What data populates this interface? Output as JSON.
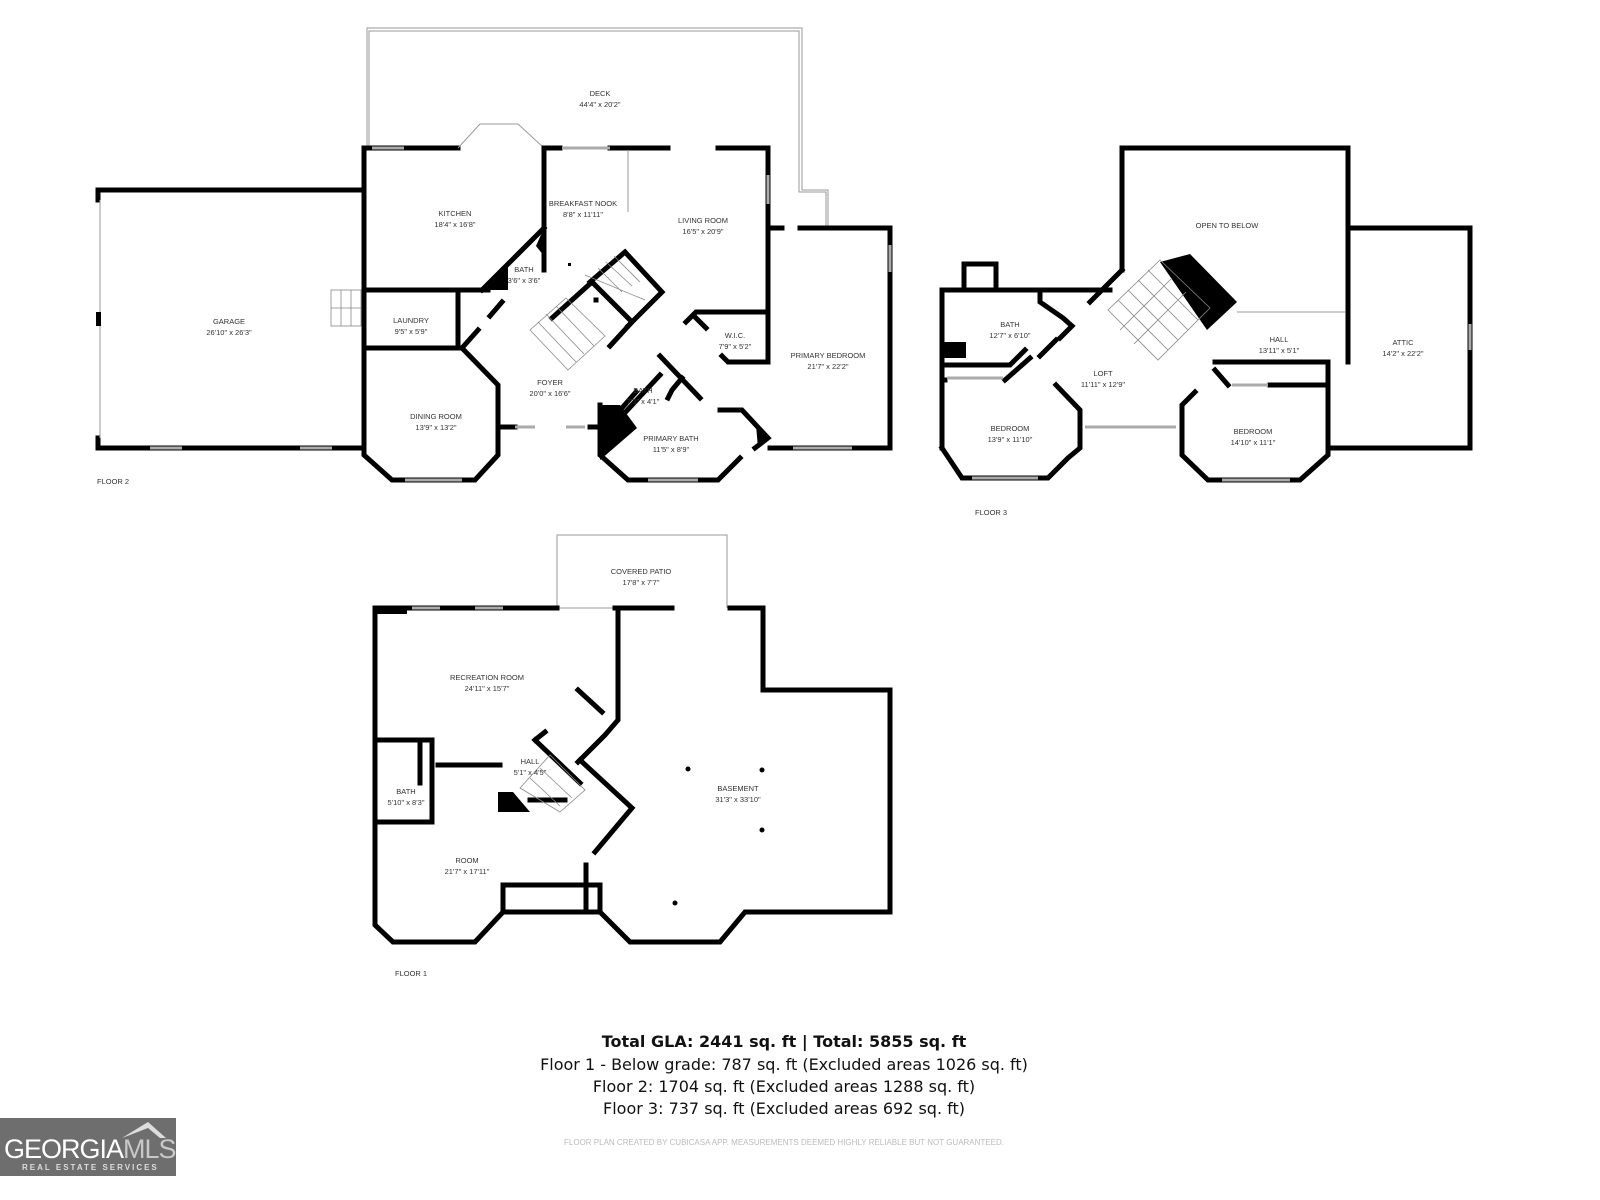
{
  "floor2": {
    "label": "FLOOR 2",
    "rooms": [
      {
        "name": "DECK",
        "size": "44'4\" x 20'2\""
      },
      {
        "name": "KITCHEN",
        "size": "18'4\" x 16'8\""
      },
      {
        "name": "BREAKFAST NOOK",
        "size": "8'8\" x 11'11\""
      },
      {
        "name": "LIVING ROOM",
        "size": "16'5\" x 20'9\""
      },
      {
        "name": "BATH",
        "size": "3'6\" x 3'6\""
      },
      {
        "name": "LAUNDRY",
        "size": "9'5\" x 5'9\""
      },
      {
        "name": "W.I.C.",
        "size": "7'9\" x 5'2\""
      },
      {
        "name": "PRIMARY BEDROOM",
        "size": "21'7\" x 22'2\""
      },
      {
        "name": "FOYER",
        "size": "20'0\" x 16'6\""
      },
      {
        "name": "BATH",
        "size": "7'3\" x 4'1\""
      },
      {
        "name": "DINING ROOM",
        "size": "13'9\" x 13'2\""
      },
      {
        "name": "PRIMARY BATH",
        "size": "11'5\" x 8'9\""
      },
      {
        "name": "GARAGE",
        "size": "26'10\" x 26'3\""
      }
    ]
  },
  "floor3": {
    "label": "FLOOR 3",
    "rooms": [
      {
        "name": "OPEN TO BELOW",
        "size": ""
      },
      {
        "name": "BATH",
        "size": "12'7\" x 6'10\""
      },
      {
        "name": "HALL",
        "size": "13'11\" x 5'1\""
      },
      {
        "name": "ATTIC",
        "size": "14'2\" x 22'2\""
      },
      {
        "name": "LOFT",
        "size": "11'11\" x 12'9\""
      },
      {
        "name": "BEDROOM",
        "size": "13'9\" x 11'10\""
      },
      {
        "name": "BEDROOM",
        "size": "14'10\" x 11'1\""
      }
    ]
  },
  "floor1": {
    "label": "FLOOR 1",
    "rooms": [
      {
        "name": "COVERED PATIO",
        "size": "17'8\" x 7'7\""
      },
      {
        "name": "RECREATION ROOM",
        "size": "24'11\" x 15'7\""
      },
      {
        "name": "HALL",
        "size": "5'1\" x 4'5\""
      },
      {
        "name": "BASEMENT",
        "size": "31'3\" x 33'10\""
      },
      {
        "name": "BATH",
        "size": "5'10\" x 8'3\""
      },
      {
        "name": "ROOM",
        "size": "21'7\" x 17'11\""
      }
    ]
  },
  "summary": {
    "title": "Total GLA: 2441 sq. ft | Total: 5855 sq. ft",
    "lines": [
      "Floor 1 - Below grade: 787 sq. ft (Excluded areas 1026 sq. ft)",
      "Floor 2: 1704 sq. ft (Excluded areas 1288 sq. ft)",
      "Floor 3: 737 sq. ft (Excluded areas 692 sq. ft)"
    ],
    "disclaimer": "FLOOR PLAN CREATED BY CUBICASA APP. MEASUREMENTS DEEMED HIGHLY RELIABLE BUT NOT GUARANTEED."
  },
  "logo": {
    "main": "GEORGIA",
    "accent": "MLS",
    "sub": "REAL ESTATE SERVICES"
  }
}
